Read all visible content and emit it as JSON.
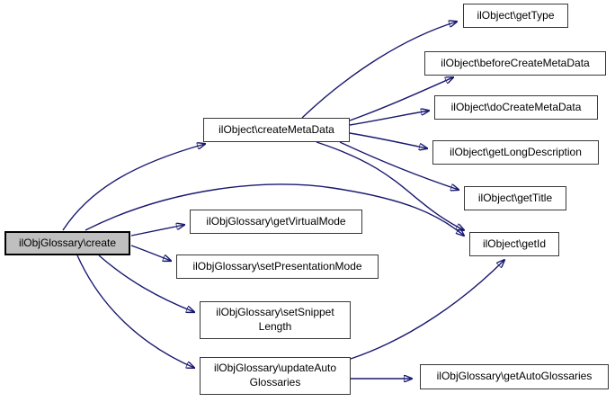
{
  "diagram": {
    "kind": "call-graph",
    "root_function": "ilObjGlossary\\create",
    "colors": {
      "edge": "#191970",
      "node_fill": "#ffffff",
      "node_border": "#383838",
      "root_fill": "#bfbfbf",
      "root_border": "#000000",
      "background": "#ffffff",
      "text": "#000000"
    },
    "nodes": [
      {
        "id": "create",
        "label": "ilObjGlossary\\create",
        "highlighted": true
      },
      {
        "id": "createMetaData",
        "label": "ilObject\\createMetaData"
      },
      {
        "id": "getVirtualMode",
        "label": "ilObjGlossary\\getVirtualMode"
      },
      {
        "id": "setPresentationMode",
        "label": "ilObjGlossary\\setPresentationMode"
      },
      {
        "id": "setSnippetLength",
        "label": "ilObjGlossary\\setSnippet\nLength"
      },
      {
        "id": "updateAutoGlossaries",
        "label": "ilObjGlossary\\updateAuto\nGlossaries"
      },
      {
        "id": "getType",
        "label": "ilObject\\getType"
      },
      {
        "id": "beforeCreateMetaData",
        "label": "ilObject\\beforeCreateMetaData"
      },
      {
        "id": "doCreateMetaData",
        "label": "ilObject\\doCreateMetaData"
      },
      {
        "id": "getLongDescription",
        "label": "ilObject\\getLongDescription"
      },
      {
        "id": "getTitle",
        "label": "ilObject\\getTitle"
      },
      {
        "id": "getId",
        "label": "ilObject\\getId"
      },
      {
        "id": "getAutoGlossaries",
        "label": "ilObjGlossary\\getAutoGlossaries"
      }
    ],
    "edges": [
      {
        "from": "create",
        "to": "createMetaData"
      },
      {
        "from": "create",
        "to": "getVirtualMode"
      },
      {
        "from": "create",
        "to": "setPresentationMode"
      },
      {
        "from": "create",
        "to": "setSnippetLength"
      },
      {
        "from": "create",
        "to": "updateAutoGlossaries"
      },
      {
        "from": "create",
        "to": "getId"
      },
      {
        "from": "createMetaData",
        "to": "getType"
      },
      {
        "from": "createMetaData",
        "to": "beforeCreateMetaData"
      },
      {
        "from": "createMetaData",
        "to": "doCreateMetaData"
      },
      {
        "from": "createMetaData",
        "to": "getLongDescription"
      },
      {
        "from": "createMetaData",
        "to": "getTitle"
      },
      {
        "from": "createMetaData",
        "to": "getId"
      },
      {
        "from": "updateAutoGlossaries",
        "to": "getId"
      },
      {
        "from": "updateAutoGlossaries",
        "to": "getAutoGlossaries"
      }
    ]
  }
}
